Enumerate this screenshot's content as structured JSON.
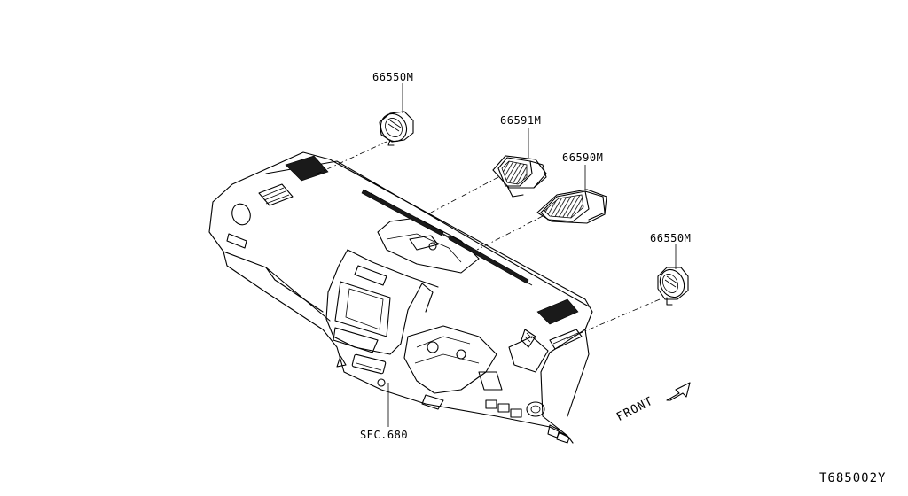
{
  "diagram": {
    "part_labels": {
      "vent_left_round": "66550M",
      "vent_center_a": "66591M",
      "vent_center_b": "66590M",
      "vent_right_round": "66550M",
      "section_ref": "SEC.680"
    },
    "direction_label": "FRONT",
    "figure_code": "T685002Y"
  }
}
